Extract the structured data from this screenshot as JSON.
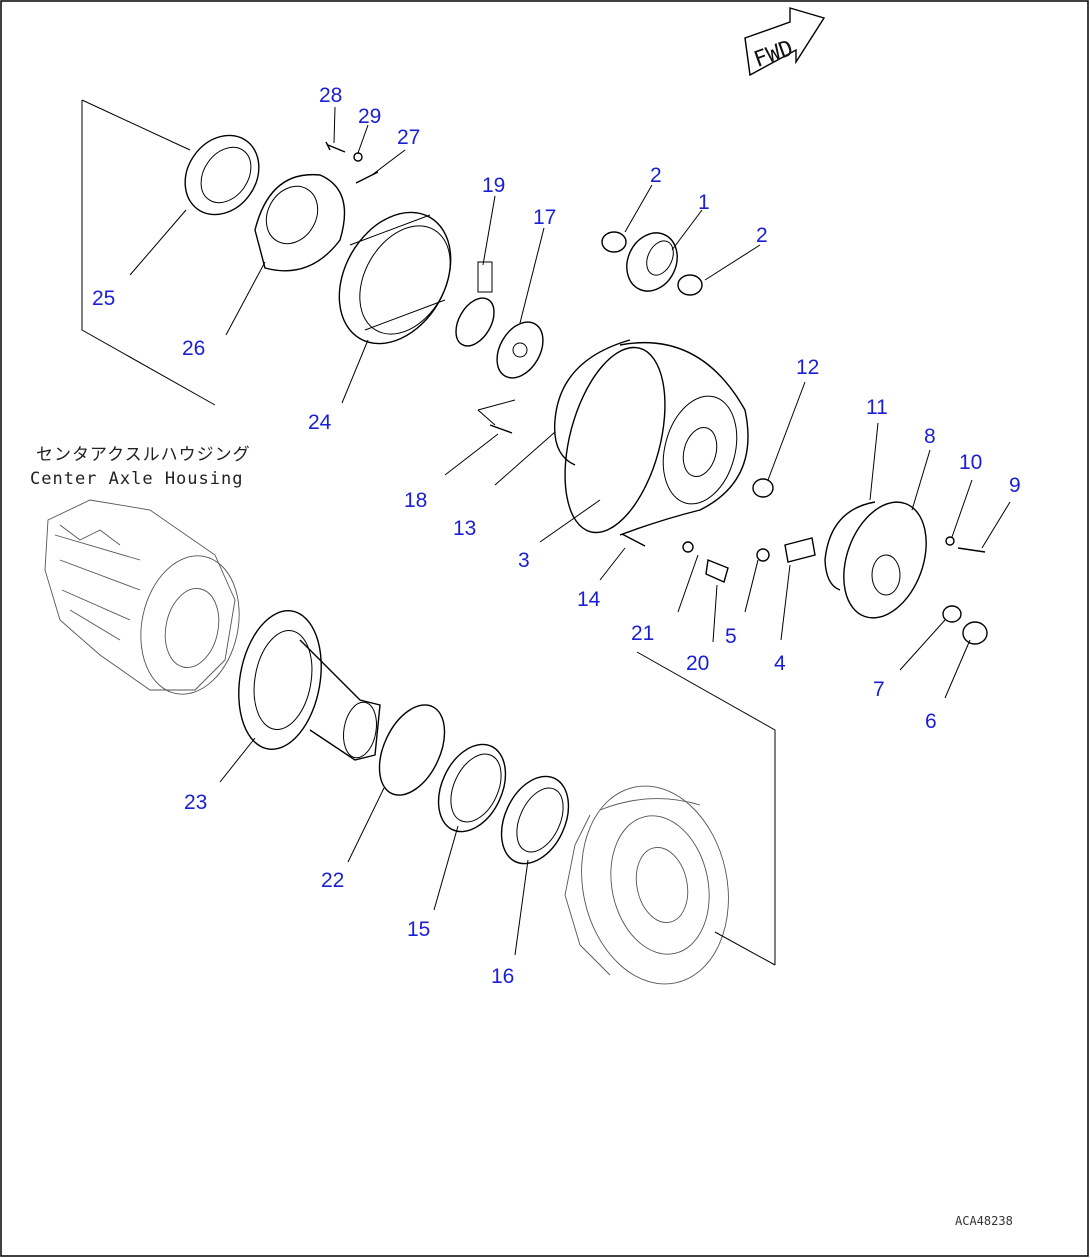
{
  "diagram": {
    "fwd_label": "FWD",
    "housing_label_jp": "センタアクスルハウジング",
    "housing_label_en": "Center Axle Housing",
    "drawing_code": "ACA48238",
    "callouts": {
      "n1": "1",
      "n2a": "2",
      "n2b": "2",
      "n3": "3",
      "n4": "4",
      "n5": "5",
      "n6": "6",
      "n7": "7",
      "n8": "8",
      "n9": "9",
      "n10": "10",
      "n11": "11",
      "n12": "12",
      "n13": "13",
      "n14": "14",
      "n15": "15",
      "n16": "16",
      "n17": "17",
      "n18": "18",
      "n19": "19",
      "n20": "20",
      "n21": "21",
      "n22": "22",
      "n23": "23",
      "n24": "24",
      "n25": "25",
      "n26": "26",
      "n27": "27",
      "n28": "28",
      "n29": "29"
    },
    "callout_color": "#1a1fd6"
  }
}
